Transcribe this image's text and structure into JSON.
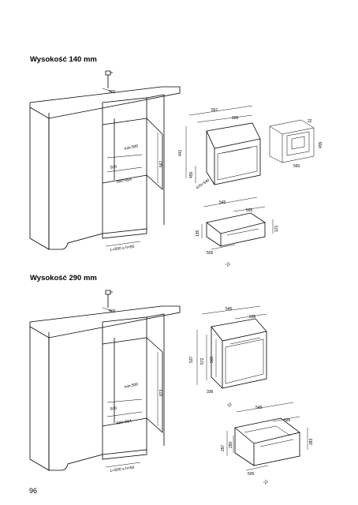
{
  "page": {
    "heading_140": "Wysokość 140 mm",
    "heading_290": "Wysokość 290 mm",
    "page_number": "96"
  },
  "diagram_140": {
    "cabinet": {
      "top_depth": "500",
      "niche_depth": "min.500",
      "niche_height": "567",
      "shelf_depth": "500",
      "niche_width": "560÷564",
      "vent_label": "L=500 ≥ h=50"
    },
    "oven": {
      "width_back": "561",
      "width_front": "595",
      "total_height": "441",
      "front_height": "455",
      "depth_range": "470÷540"
    },
    "drawer": {
      "depth": "545",
      "width": "595",
      "height_left": "135",
      "height_right": "121",
      "front_depth": "505",
      "handle": "22"
    },
    "machine_inset": {
      "top": "22",
      "side": "455",
      "base": "560"
    }
  },
  "diagram_290": {
    "cabinet": {
      "top_depth": "500",
      "niche_depth": "min.500",
      "niche_height": "873",
      "shelf_depth": "500",
      "niche_width": "560÷564",
      "vent_label": "L=500 ≥ h=50"
    },
    "oven": {
      "depth": "545",
      "width": "595",
      "total_height": "537",
      "front_height": "572",
      "inner_height": "560",
      "bottom": "336",
      "handle": "22"
    },
    "drawer": {
      "depth": "545",
      "width": "595",
      "height_left": "297",
      "height_mid": "290",
      "height_right": "283",
      "front_depth": "505",
      "handle": "22"
    }
  }
}
